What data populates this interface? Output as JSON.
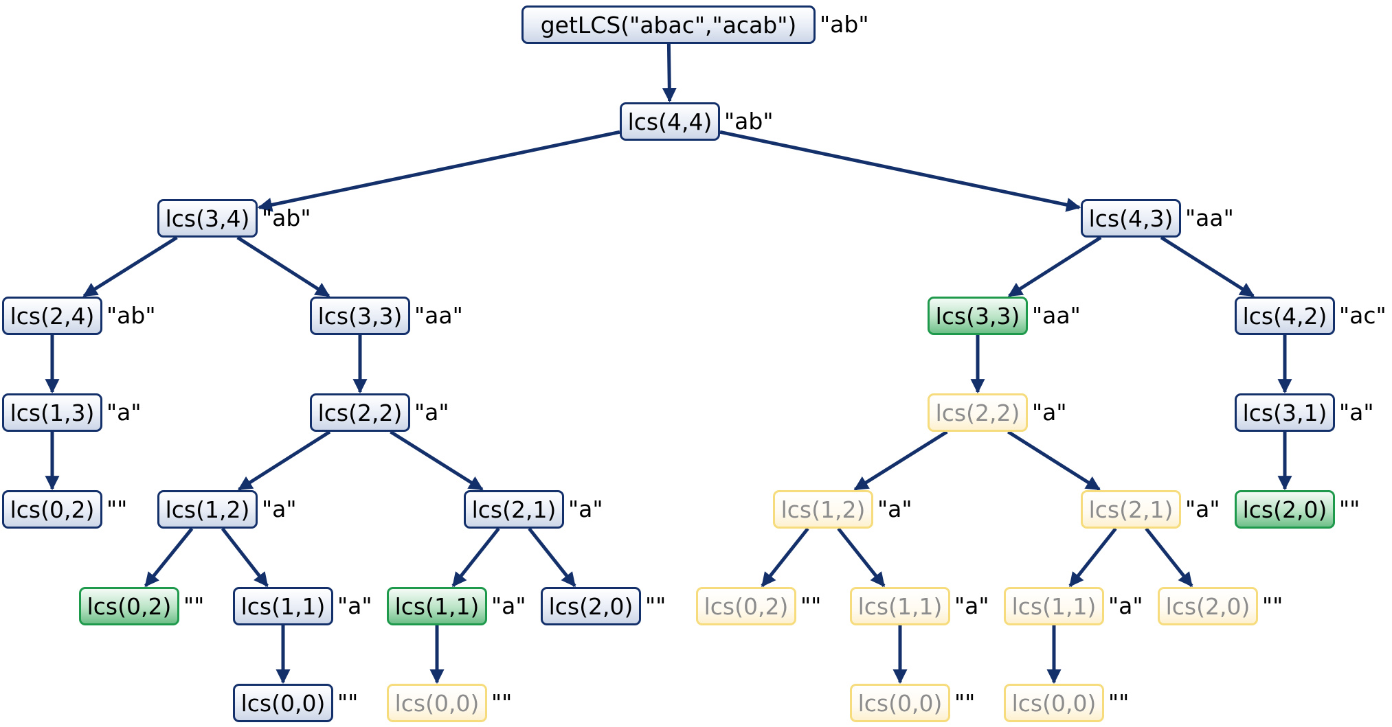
{
  "colors": {
    "edge": "#14306b",
    "normal_border": "#14306b",
    "memo_border": "#1f9a4c",
    "skipped_border": "#f6dc7c",
    "skipped_text": "#8c8c8c"
  },
  "nodes": [
    {
      "id": "root",
      "label": "getLCS(\"abac\",\"acab\")",
      "result": "\"ab\"",
      "state": "normal"
    },
    {
      "id": "n44",
      "label": "lcs(4,4)",
      "result": "\"ab\"",
      "state": "normal"
    },
    {
      "id": "n34",
      "label": "lcs(3,4)",
      "result": "\"ab\"",
      "state": "normal"
    },
    {
      "id": "n43",
      "label": "lcs(4,3)",
      "result": "\"aa\"",
      "state": "normal"
    },
    {
      "id": "n24",
      "label": "lcs(2,4)",
      "result": "\"ab\"",
      "state": "normal"
    },
    {
      "id": "n33a",
      "label": "lcs(3,3)",
      "result": "\"aa\"",
      "state": "normal"
    },
    {
      "id": "n33b",
      "label": "lcs(3,3)",
      "result": "\"aa\"",
      "state": "memo"
    },
    {
      "id": "n42",
      "label": "lcs(4,2)",
      "result": "\"ac\"",
      "state": "normal"
    },
    {
      "id": "n13",
      "label": "lcs(1,3)",
      "result": "\"a\"",
      "state": "normal"
    },
    {
      "id": "n22a",
      "label": "lcs(2,2)",
      "result": "\"a\"",
      "state": "normal"
    },
    {
      "id": "n22b",
      "label": "lcs(2,2)",
      "result": "\"a\"",
      "state": "skipped"
    },
    {
      "id": "n31",
      "label": "lcs(3,1)",
      "result": "\"a\"",
      "state": "normal"
    },
    {
      "id": "n02a",
      "label": "lcs(0,2)",
      "result": "\"\"",
      "state": "normal"
    },
    {
      "id": "n12a",
      "label": "lcs(1,2)",
      "result": "\"a\"",
      "state": "normal"
    },
    {
      "id": "n21a",
      "label": "lcs(2,1)",
      "result": "\"a\"",
      "state": "normal"
    },
    {
      "id": "n12b",
      "label": "lcs(1,2)",
      "result": "\"a\"",
      "state": "skipped"
    },
    {
      "id": "n21b",
      "label": "lcs(2,1)",
      "result": "\"a\"",
      "state": "skipped"
    },
    {
      "id": "n20a",
      "label": "lcs(2,0)",
      "result": "\"\"",
      "state": "memo"
    },
    {
      "id": "n02b",
      "label": "lcs(0,2)",
      "result": "\"\"",
      "state": "memo"
    },
    {
      "id": "n11a",
      "label": "lcs(1,1)",
      "result": "\"a\"",
      "state": "normal"
    },
    {
      "id": "n11b",
      "label": "lcs(1,1)",
      "result": "\"a\"",
      "state": "memo"
    },
    {
      "id": "n20b",
      "label": "lcs(2,0)",
      "result": "\"\"",
      "state": "normal"
    },
    {
      "id": "n02c",
      "label": "lcs(0,2)",
      "result": "\"\"",
      "state": "skipped"
    },
    {
      "id": "n11c",
      "label": "lcs(1,1)",
      "result": "\"a\"",
      "state": "skipped"
    },
    {
      "id": "n11d",
      "label": "lcs(1,1)",
      "result": "\"a\"",
      "state": "skipped"
    },
    {
      "id": "n20c",
      "label": "lcs(2,0)",
      "result": "\"\"",
      "state": "skipped"
    },
    {
      "id": "n00a",
      "label": "lcs(0,0)",
      "result": "\"\"",
      "state": "normal"
    },
    {
      "id": "n00b",
      "label": "lcs(0,0)",
      "result": "\"\"",
      "state": "skipped"
    },
    {
      "id": "n00c",
      "label": "lcs(0,0)",
      "result": "\"\"",
      "state": "skipped"
    },
    {
      "id": "n00d",
      "label": "lcs(0,0)",
      "result": "\"\"",
      "state": "skipped"
    }
  ],
  "edges": [
    [
      "root",
      "n44"
    ],
    [
      "n44",
      "n34"
    ],
    [
      "n44",
      "n43"
    ],
    [
      "n34",
      "n24"
    ],
    [
      "n34",
      "n33a"
    ],
    [
      "n43",
      "n33b"
    ],
    [
      "n43",
      "n42"
    ],
    [
      "n24",
      "n13"
    ],
    [
      "n13",
      "n02a"
    ],
    [
      "n33a",
      "n22a"
    ],
    [
      "n22a",
      "n12a"
    ],
    [
      "n22a",
      "n21a"
    ],
    [
      "n12a",
      "n02b"
    ],
    [
      "n12a",
      "n11a"
    ],
    [
      "n21a",
      "n11b"
    ],
    [
      "n21a",
      "n20b"
    ],
    [
      "n11a",
      "n00a"
    ],
    [
      "n11b",
      "n00b"
    ],
    [
      "n33b",
      "n22b"
    ],
    [
      "n22b",
      "n12b"
    ],
    [
      "n22b",
      "n21b"
    ],
    [
      "n12b",
      "n02c"
    ],
    [
      "n12b",
      "n11c"
    ],
    [
      "n21b",
      "n11d"
    ],
    [
      "n21b",
      "n20c"
    ],
    [
      "n11c",
      "n00c"
    ],
    [
      "n11d",
      "n00d"
    ],
    [
      "n42",
      "n31"
    ],
    [
      "n31",
      "n20a"
    ]
  ]
}
